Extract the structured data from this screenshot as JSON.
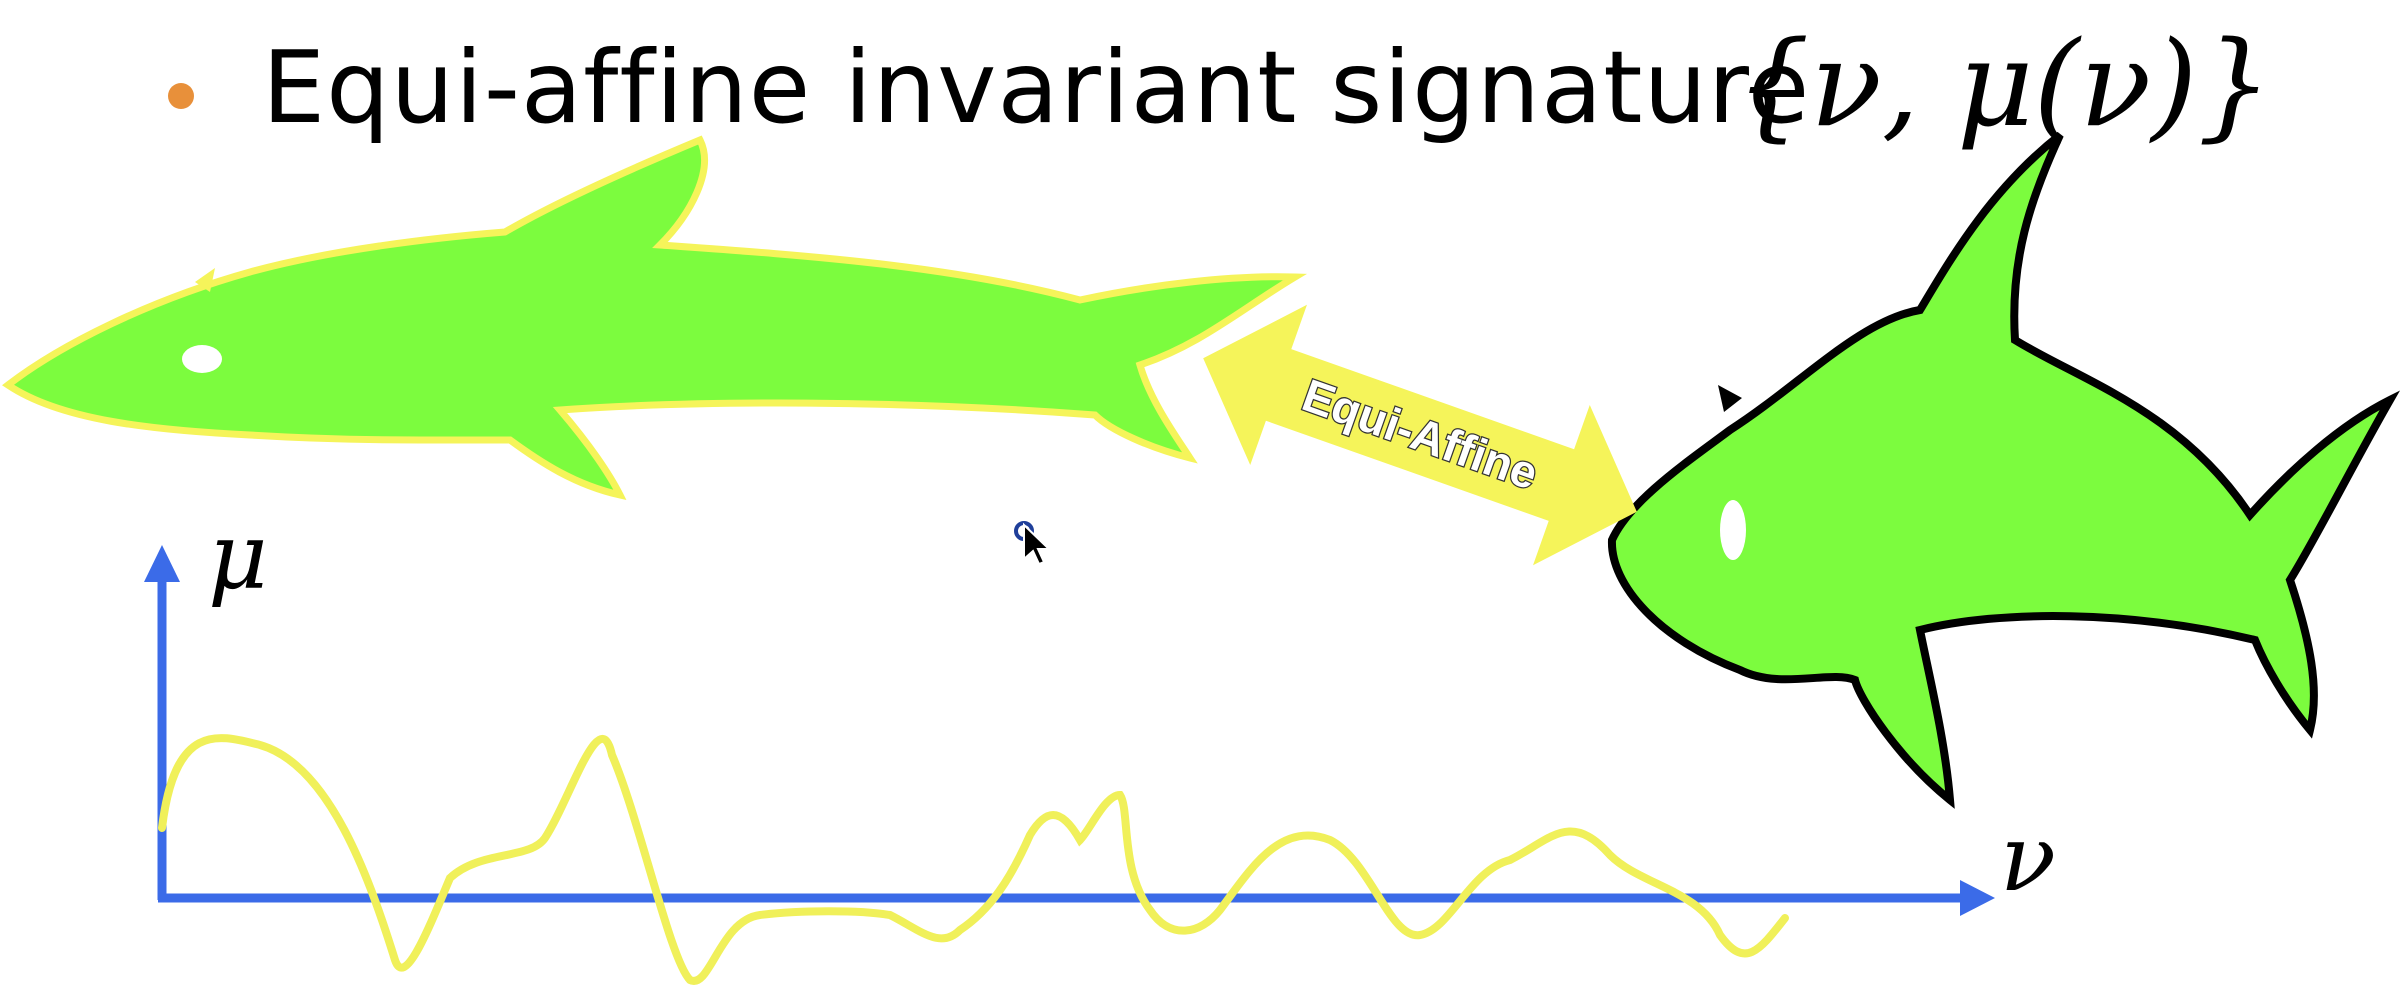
{
  "slide": {
    "heading": "Equi-affine invariant signature",
    "math": "{ν, μ(ν)}",
    "bullet_color": "#E8903A"
  },
  "arrow": {
    "label": "Equi-Affine",
    "color": "#F5F45A"
  },
  "fish": {
    "fill": "#7CFC3E",
    "source_outline": "#F5F45A",
    "target_outline": "#000000"
  },
  "graph": {
    "axis_color": "#3B6BE8",
    "curve_color": "#F0F05A",
    "y_label": "μ",
    "x_label": "ν"
  }
}
